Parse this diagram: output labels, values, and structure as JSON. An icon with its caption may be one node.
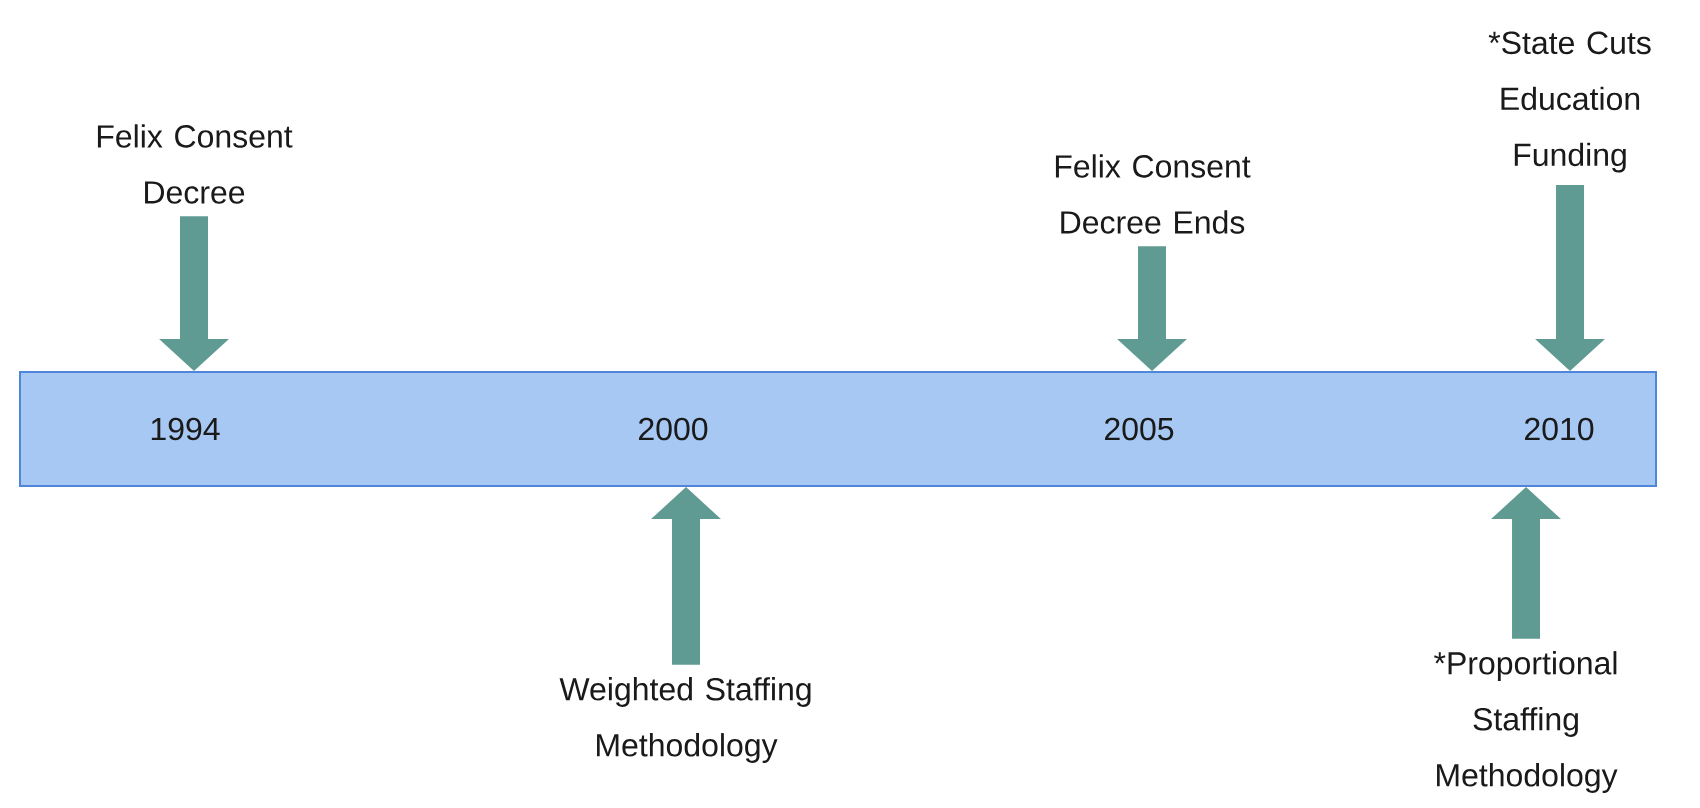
{
  "diagram": {
    "nodes": [
      {
        "text": [],
        "shape": "bar"
      },
      {
        "text": [
          "1994"
        ],
        "in": 0
      },
      {
        "text": [
          "2000"
        ],
        "in": 0
      },
      {
        "text": [
          "2005"
        ],
        "in": 0
      },
      {
        "text": [
          "2010"
        ],
        "in": 0
      },
      {
        "text": [
          "Felix Consent Decree"
        ]
      },
      {
        "text": [
          "Weighted Staffing Methodology"
        ]
      },
      {
        "text": [
          "Felix Consent Decree Ends"
        ]
      },
      {
        "text": [
          "*State Cuts Education Funding"
        ]
      },
      {
        "text": [
          "*Proportional Staffing Methodology"
        ]
      }
    ],
    "edges": [
      {
        "from": 5,
        "to": 0,
        "arrow": "to"
      },
      {
        "from": 6,
        "to": 0,
        "arrow": "to"
      },
      {
        "from": 7,
        "to": 0,
        "arrow": "to"
      },
      {
        "from": 8,
        "to": 0,
        "arrow": "to"
      },
      {
        "from": 9,
        "to": 0,
        "arrow": "to"
      }
    ]
  }
}
